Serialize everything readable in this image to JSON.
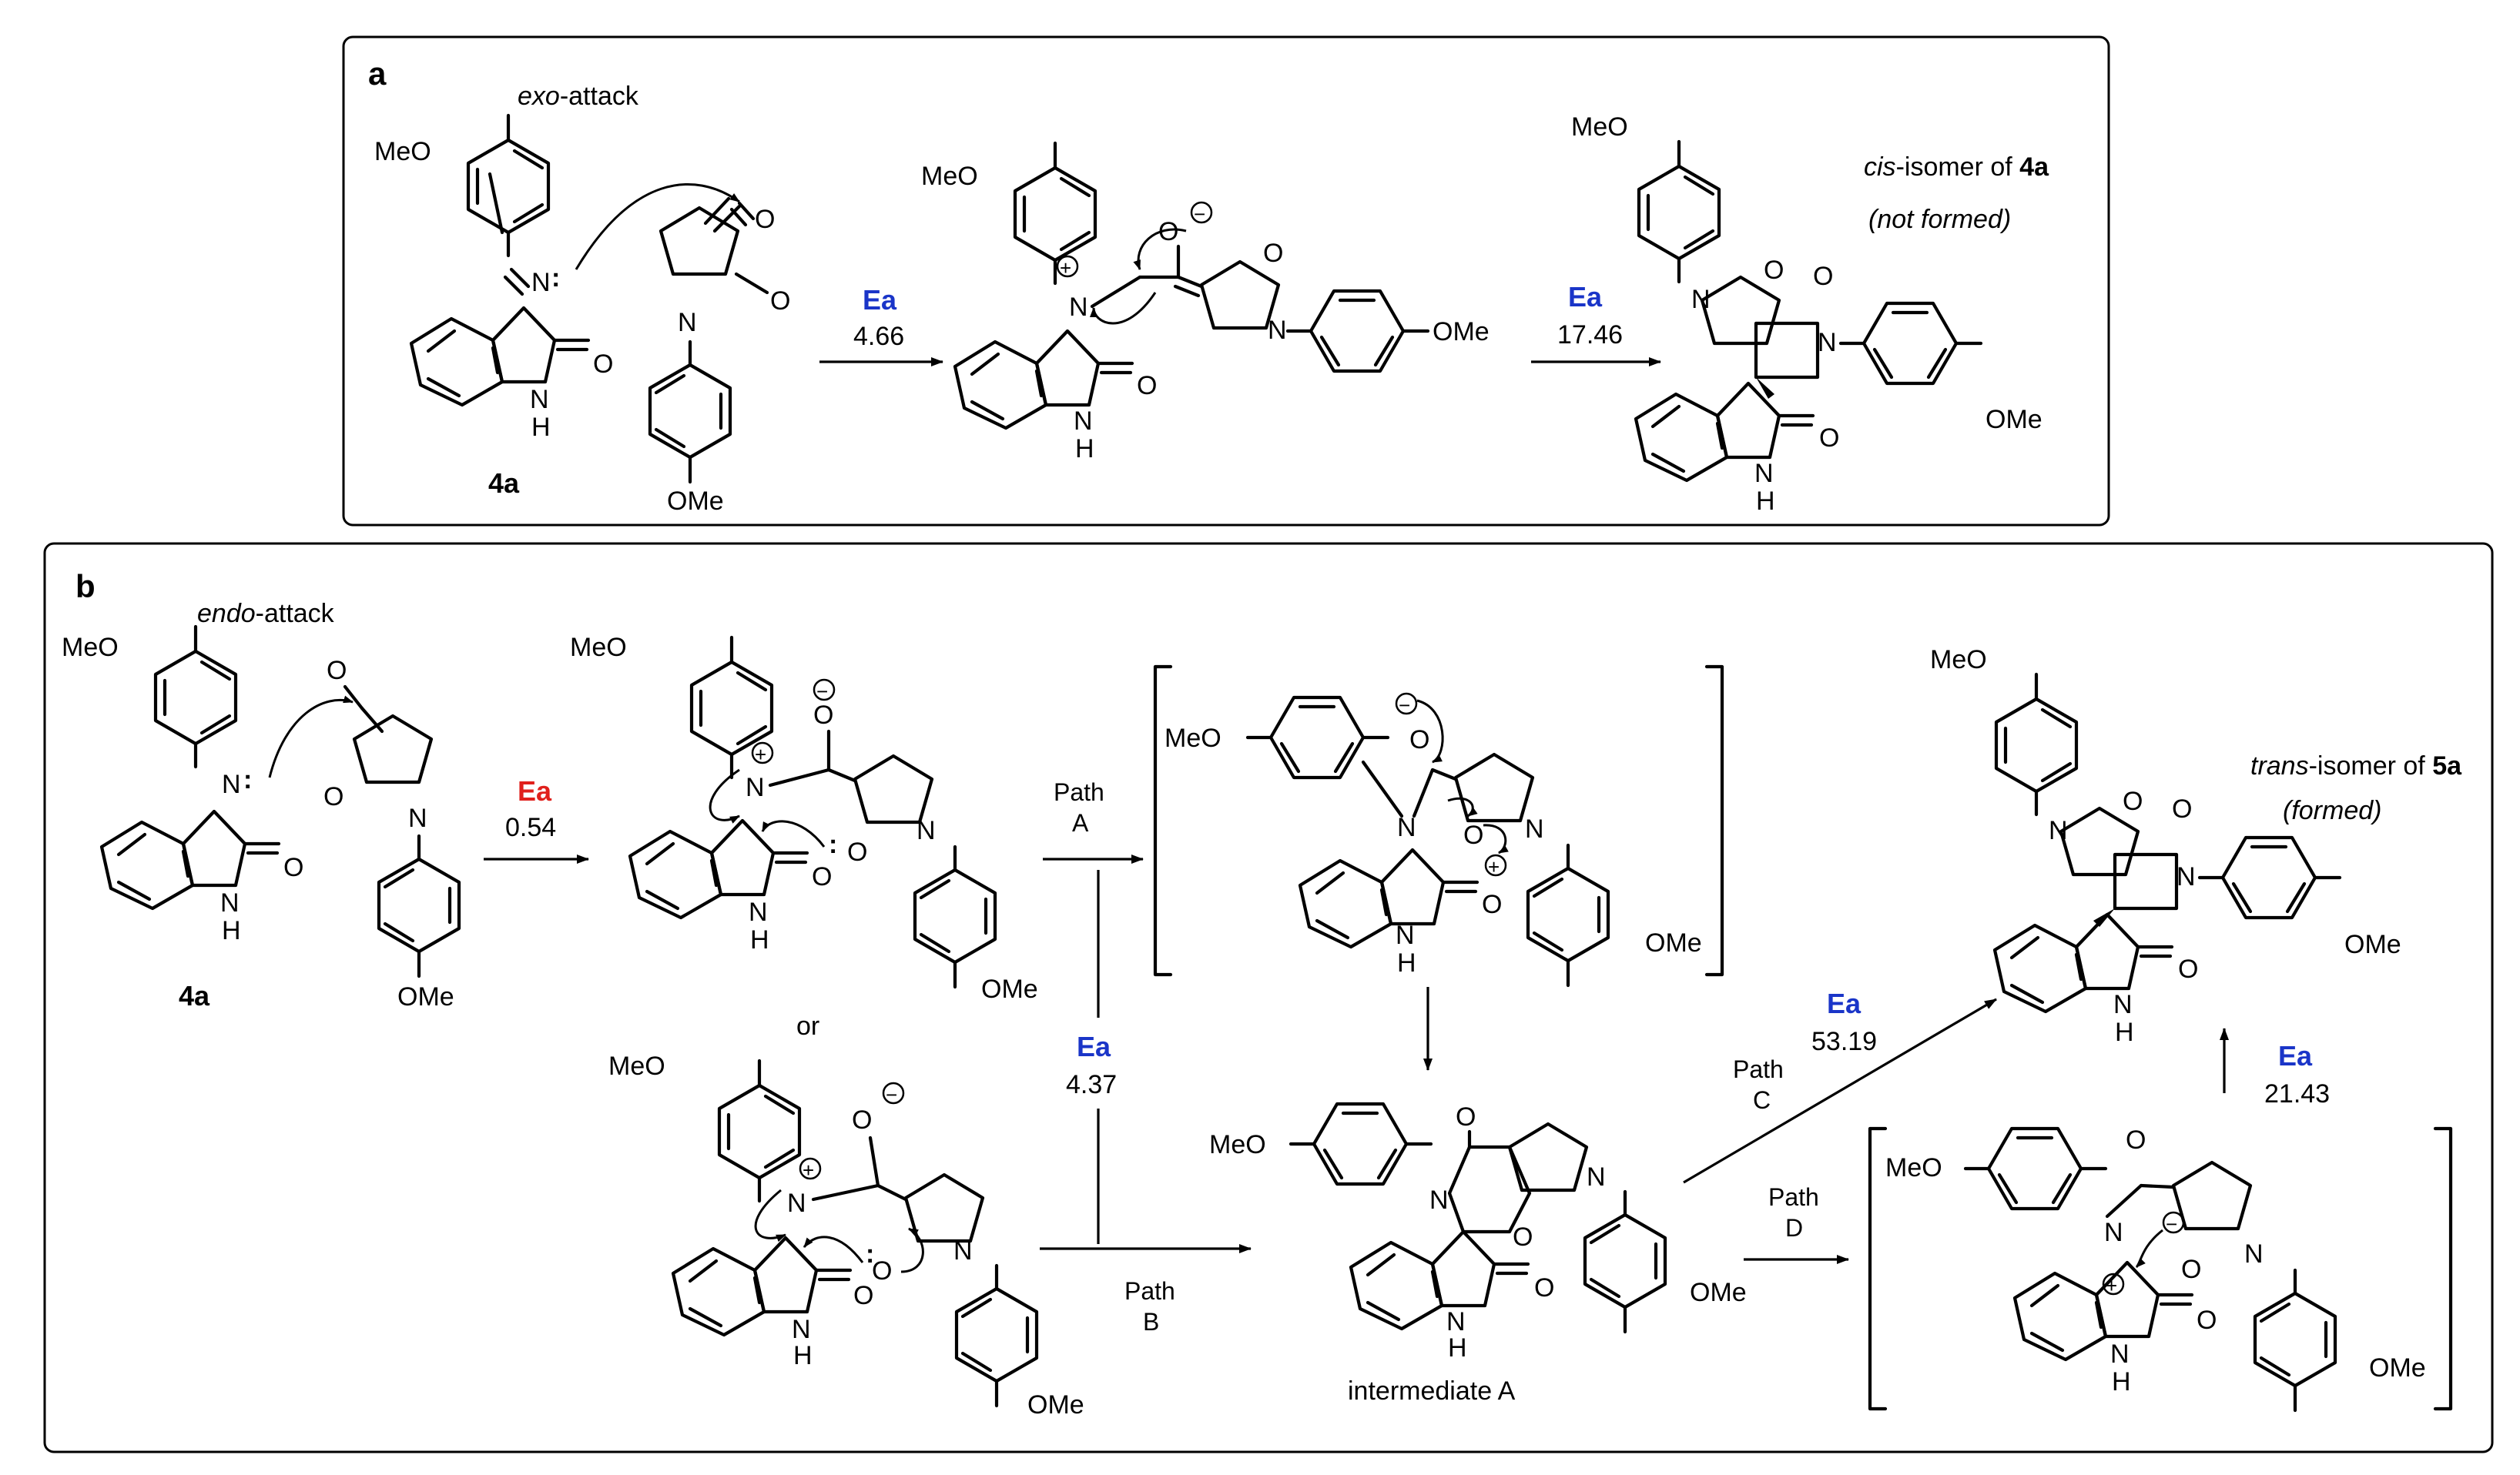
{
  "panels": {
    "a": {
      "label": "a",
      "attack_prefix": "exo",
      "attack_suffix": "-attack",
      "compound_label": "4a",
      "step1_ea_label": "Ea",
      "step1_ea_value": "4.66",
      "step2_ea_label": "Ea",
      "step2_ea_value": "17.46",
      "product_prefix": "cis",
      "product_middle": "-isomer of ",
      "product_compound": "4a",
      "product_note": "(not formed)"
    },
    "b": {
      "label": "b",
      "attack_prefix": "endo",
      "attack_suffix": "-attack",
      "compound_label": "4a",
      "step1_ea_label": "Ea",
      "step1_ea_value": "0.54",
      "or_text": "or",
      "path_a_line1": "Path",
      "path_a_line2": "A",
      "path_b_line1": "Path",
      "path_b_line2": "B",
      "path_ab_ea_label": "Ea",
      "path_ab_ea_value": "4.37",
      "path_c_line1": "Path",
      "path_c_line2": "C",
      "path_c_ea_label": "Ea",
      "path_c_ea_value": "53.19",
      "path_d_line1": "Path",
      "path_d_line2": "D",
      "final_ea_label": "Ea",
      "final_ea_value": "21.43",
      "intermediate_label": "intermediate A",
      "product_prefix": "trans",
      "product_middle": "-isomer of ",
      "product_compound": "5a",
      "product_note": "(formed)"
    }
  },
  "atoms": {
    "meo": "MeO",
    "ome": "OMe",
    "o": "O",
    "n": "N",
    "nh_n": "N",
    "nh_h": "H",
    "plus": "+",
    "minus": "−",
    "lone_pair": ":"
  },
  "colors": {
    "ea_blue": "#1a35c8",
    "ea_red": "#e0201c",
    "ink": "#000000"
  }
}
